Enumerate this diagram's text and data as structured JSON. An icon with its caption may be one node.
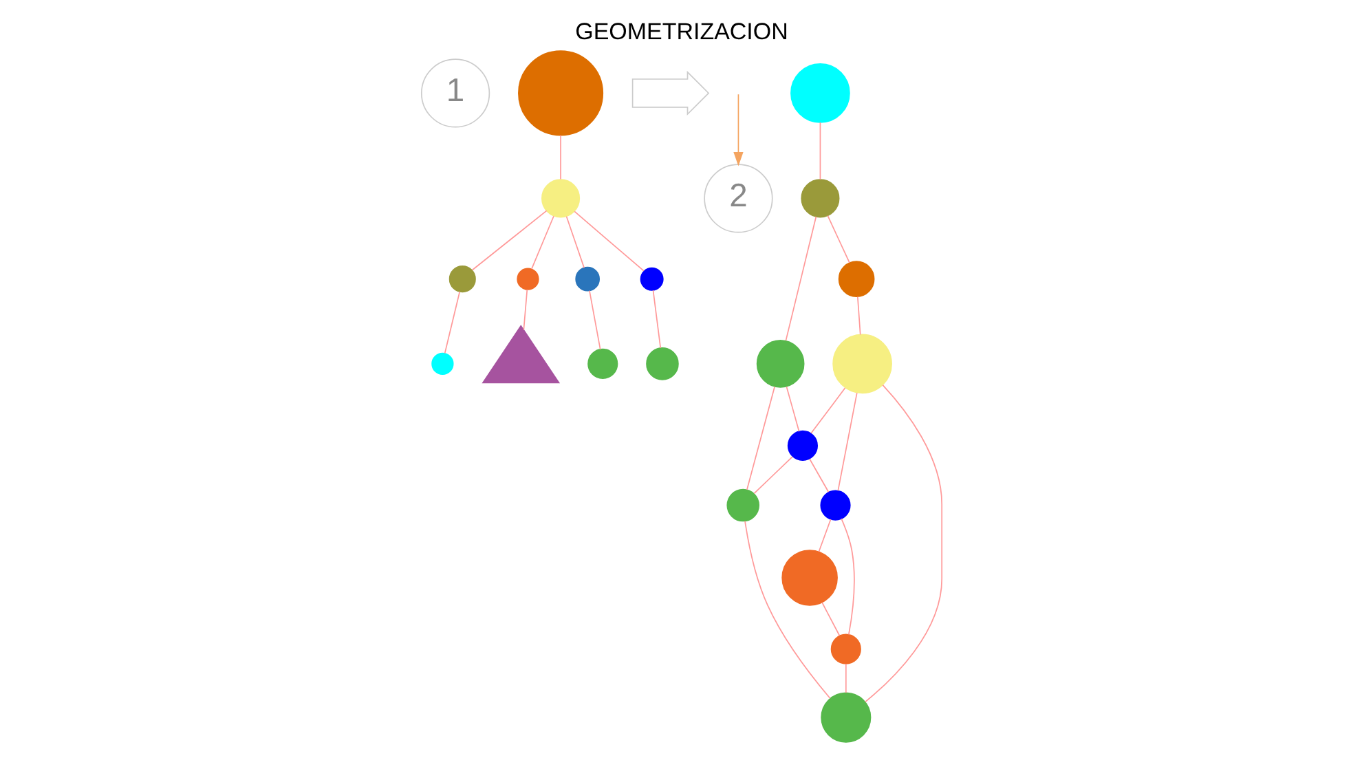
{
  "diagram": {
    "title": "GEOMETRIZACION",
    "nodes": [
      {
        "text": [
          "1"
        ]
      },
      {
        "text": [],
        "shape": "circle"
      },
      {
        "text": [],
        "shape": "circle"
      },
      {
        "text": [],
        "shape": "circle"
      },
      {
        "text": [],
        "shape": "circle"
      },
      {
        "text": [],
        "shape": "circle"
      },
      {
        "text": [],
        "shape": "circle"
      },
      {
        "text": [],
        "shape": "circle"
      },
      {
        "text": [],
        "shape": "triangle"
      },
      {
        "text": [],
        "shape": "circle"
      },
      {
        "text": [],
        "shape": "circle"
      },
      {
        "text": [],
        "shape": "arrow"
      },
      {
        "text": [
          "2"
        ]
      },
      {
        "text": [],
        "shape": "circle"
      },
      {
        "text": [],
        "shape": "circle"
      },
      {
        "text": [],
        "shape": "circle"
      },
      {
        "text": [],
        "shape": "circle"
      },
      {
        "text": [],
        "shape": "circle"
      },
      {
        "text": [],
        "shape": "circle"
      },
      {
        "text": [],
        "shape": "circle"
      },
      {
        "text": [],
        "shape": "circle"
      },
      {
        "text": [],
        "shape": "circle"
      },
      {
        "text": [],
        "shape": "circle"
      },
      {
        "text": [],
        "shape": "circle"
      }
    ],
    "edges": [
      {
        "from": 1,
        "to": 2,
        "arrow": "none"
      },
      {
        "from": 2,
        "to": 3,
        "arrow": "none"
      },
      {
        "from": 2,
        "to": 4,
        "arrow": "none"
      },
      {
        "from": 3,
        "to": 5,
        "arrow": "none"
      },
      {
        "from": 2,
        "to": 6,
        "arrow": "none"
      },
      {
        "from": 2,
        "to": 7,
        "arrow": "none"
      },
      {
        "from": 4,
        "to": 8,
        "arrow": "none"
      },
      {
        "from": 6,
        "to": 9,
        "arrow": "none"
      },
      {
        "from": 7,
        "to": 10,
        "arrow": "none"
      },
      {
        "from": null,
        "to": 12,
        "arrow": "to",
        "color": "#f4a460"
      },
      {
        "from": 13,
        "to": 14,
        "arrow": "none"
      },
      {
        "from": 14,
        "to": 16,
        "arrow": "none"
      },
      {
        "from": 16,
        "to": 17,
        "arrow": "none"
      },
      {
        "from": 14,
        "to": 15,
        "arrow": "none"
      },
      {
        "from": 15,
        "to": 19,
        "arrow": "none"
      },
      {
        "from": 19,
        "to": 23,
        "arrow": "none"
      },
      {
        "from": 15,
        "to": 18,
        "arrow": "none"
      },
      {
        "from": 18,
        "to": 20,
        "arrow": "none"
      },
      {
        "from": 20,
        "to": 21,
        "arrow": "none"
      },
      {
        "from": 17,
        "to": 18,
        "arrow": "none"
      },
      {
        "from": 18,
        "to": 19,
        "arrow": "none"
      },
      {
        "from": 17,
        "to": 20,
        "arrow": "none"
      },
      {
        "from": 20,
        "to": 22,
        "arrow": "none"
      },
      {
        "from": 17,
        "to": 23,
        "arrow": "none"
      },
      {
        "from": 21,
        "to": 22,
        "arrow": "none"
      },
      {
        "from": 22,
        "to": 23,
        "arrow": "none"
      }
    ]
  }
}
